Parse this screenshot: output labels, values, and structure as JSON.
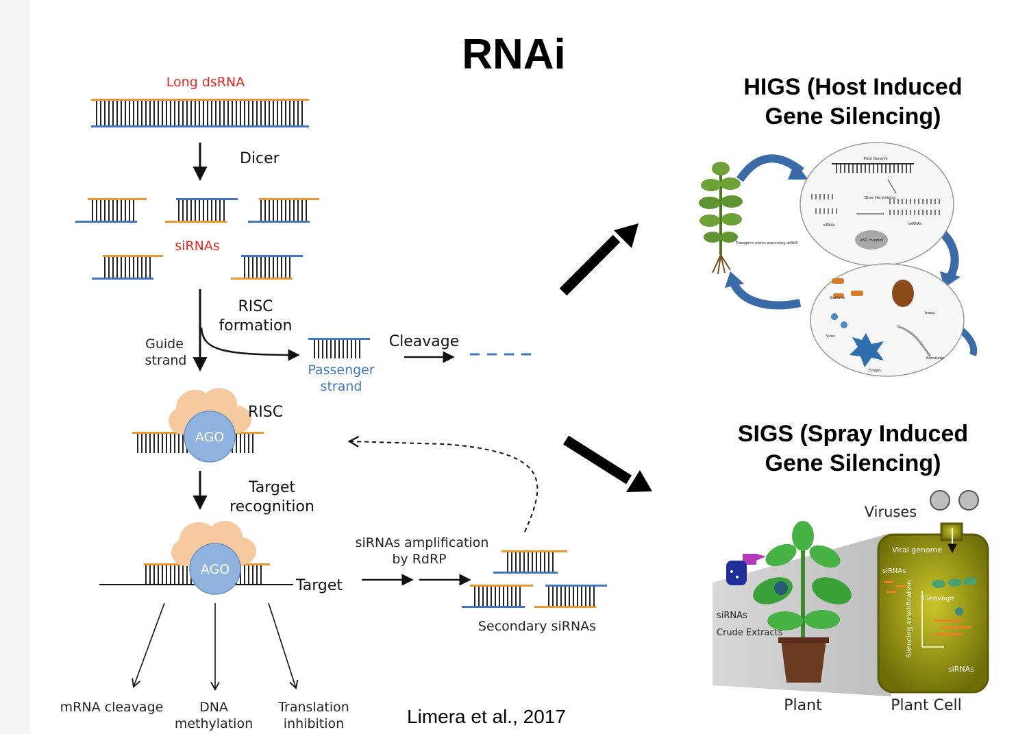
{
  "title": "RNAi",
  "citation": "Limera et al., 2017",
  "rnai_pathway": {
    "long_dsrna": "Long dsRNA",
    "dicer": "Dicer",
    "sirnas": "siRNAs",
    "risc_formation": [
      "RISC",
      "formation"
    ],
    "guide_strand": [
      "Guide",
      "strand"
    ],
    "passenger_strand": [
      "Passenger",
      "strand"
    ],
    "cleavage": "Cleavage",
    "risc": "RISC",
    "ago": "AGO",
    "target_recognition": [
      "Target",
      "recognition"
    ],
    "target": "Target",
    "amplification": [
      "siRNAs amplification",
      "by RdRP"
    ],
    "secondary_sirnas": "Secondary siRNAs",
    "outcomes": {
      "mrna_cleavage": "mRNA cleavage",
      "dna_methylation": [
        "DNA",
        "methylation"
      ],
      "translation_inhibition": [
        "Translation",
        "inhibition"
      ]
    }
  },
  "higs": {
    "title_lines": [
      "HIGS (Host Induced",
      "Gene Silencing)"
    ],
    "labels": {
      "plant_genome": "Plant Genome",
      "dicer_like": "Dicer like proteins",
      "sirnas": "siRNAs",
      "dsrnas": "dsRNAs",
      "risc_complex": "RISC complex",
      "transgenic": "Transgenic plants expressing dsRNA",
      "bacteria": "Bacteria",
      "insect": "Insect",
      "virus": "Virus",
      "fungus": "Fungus",
      "nematode": "Nematode"
    }
  },
  "sigs": {
    "title_lines": [
      "SIGS (Spray Induced",
      "Gene Silencing)"
    ],
    "viruses": "Viruses",
    "viral_genome": "Viral genome",
    "sirnas_small": "siRNAs",
    "cleavage": "Cleavage",
    "silencing": "Silencing amplification",
    "sirnas_bottom": "siRNAs",
    "spray_sirnas": "siRNAs",
    "crude_extracts": "Crude Extracts",
    "plant": "Plant",
    "plant_cell": "Plant Cell"
  },
  "colors": {
    "orange_strand": "#f0962e",
    "blue_strand": "#3f76c6",
    "label_red": "#e8261c",
    "passenger_blue": "#3f76c6",
    "ago_fill": "#8fb3de",
    "risc_fill": "#f6c99f",
    "arrow_blue": "#3a6aa8",
    "cell_yellow": "#b5b51a"
  }
}
